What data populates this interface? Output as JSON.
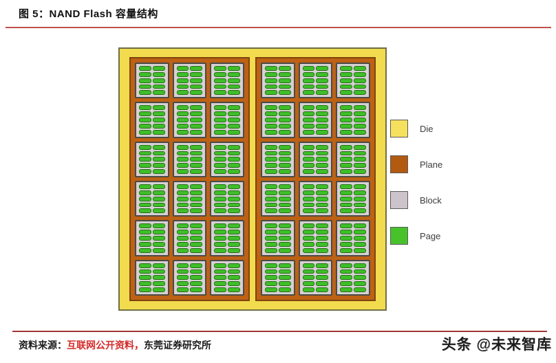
{
  "figure": {
    "title": "图 5：NAND Flash 容量结构"
  },
  "diagram": {
    "structure": {
      "planes_per_die": 2,
      "block_cols_per_plane": 3,
      "block_rows_per_plane": 6,
      "page_cols_per_block": 2,
      "page_rows_per_block": 5
    },
    "colors": {
      "die": "#f2db4e",
      "die_border": "#6f6f45",
      "plane": "#bd6214",
      "plane_border": "#7e430e",
      "block": "#d6d1d3",
      "block_border": "#4a4a48",
      "page": "#3ebe29",
      "page_border": "#237012"
    },
    "legend": [
      {
        "label": "Die",
        "color": "#f6e15e"
      },
      {
        "label": "Plane",
        "color": "#b25a10"
      },
      {
        "label": "Block",
        "color": "#cdc4cb"
      },
      {
        "label": "Page",
        "color": "#47c22b"
      }
    ]
  },
  "footer": {
    "source_prefix": "资料来源：",
    "source_highlight": "互联网公开资料，",
    "source_suffix": "东莞证券研究所",
    "watermark": "头条 @未来智库"
  },
  "accents": {
    "title_rule": "#c0504d",
    "footer_rule": "#a33434",
    "source_highlight_color": "#d42a2a"
  }
}
